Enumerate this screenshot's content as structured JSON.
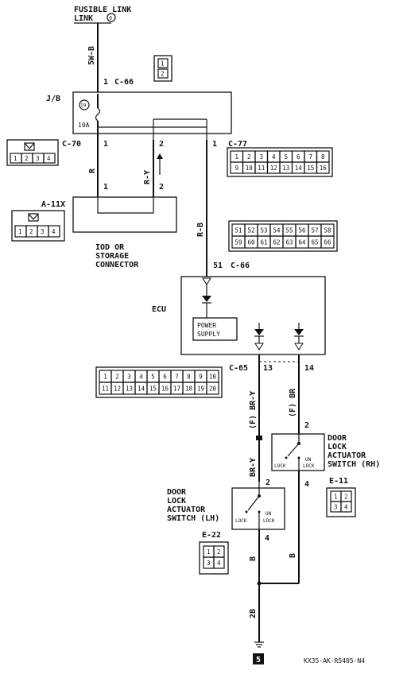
{
  "diagram": {
    "fusible_link": {
      "label": "FUSIBLE LINK",
      "number": "6"
    },
    "wire_5wb": "5W-B",
    "jb": {
      "label": "J/B",
      "top_connector": {
        "pin": "1",
        "name": "C-66"
      },
      "fuse": {
        "number": "19",
        "rating": "10A"
      },
      "left_connector": "C-70",
      "right_connector": "C-77",
      "pins_bottom": [
        "1",
        "2",
        "1"
      ]
    },
    "wires_jb_to_conn": {
      "r": "R",
      "ry": "R-Y",
      "rb": "R-B"
    },
    "iod_connector": {
      "name": "A-11X",
      "pins": [
        "1",
        "2"
      ],
      "label_lines": [
        "IOD OR",
        "STORAGE",
        "CONNECTOR"
      ],
      "face_pins": [
        "1",
        "2",
        "3",
        "4"
      ]
    },
    "c70_face_pins": [
      "1",
      "2",
      "3",
      "4"
    ],
    "c77_face_pins": [
      "1",
      "2",
      "3",
      "4",
      "5",
      "6",
      "7",
      "8",
      "9",
      "10",
      "11",
      "12",
      "13",
      "14",
      "15",
      "16"
    ],
    "c66_face_top_pins": [
      "1",
      "2"
    ],
    "c66_ecu_face_pins": [
      "51",
      "52",
      "53",
      "54",
      "55",
      "56",
      "57",
      "58",
      "59",
      "60",
      "61",
      "62",
      "63",
      "64",
      "65",
      "66"
    ],
    "ecu": {
      "label": "ECU",
      "input": {
        "pin": "51",
        "connector": "C-66"
      },
      "power_supply": [
        "POWER",
        "SUPPLY"
      ],
      "outputs": {
        "connector": "C-65",
        "pin_left": "13",
        "pin_right": "14"
      }
    },
    "c65_face_pins": [
      "1",
      "2",
      "3",
      "4",
      "5",
      "6",
      "7",
      "8",
      "9",
      "10",
      "11",
      "12",
      "13",
      "14",
      "15",
      "16",
      "17",
      "18",
      "19",
      "20"
    ],
    "wire_f_bry": "(F) BR-Y",
    "wire_f_br": "(F) BR",
    "wire_bry": "BR-Y",
    "switch_rh": {
      "label_lines": [
        "DOOR",
        "LOCK",
        "ACTUATOR",
        "SWITCH (RH)"
      ],
      "connector": "E-11",
      "pins": [
        "2",
        "4"
      ],
      "states": [
        "LOCK",
        "UN",
        "LOCK"
      ],
      "face_pins": [
        "1",
        "2",
        "3",
        "4"
      ]
    },
    "switch_lh": {
      "label_lines": [
        "DOOR",
        "LOCK",
        "ACTUATOR",
        "SWITCH (LH)"
      ],
      "connector": "E-22",
      "pins": [
        "2",
        "4"
      ],
      "states": [
        "LOCK",
        "UN",
        "LOCK"
      ],
      "face_pins": [
        "1",
        "2",
        "3",
        "4"
      ]
    },
    "wire_b": "B",
    "wire_2b": "2B",
    "ground": "5",
    "diagram_code": "KX35-AK-R5405-N4"
  }
}
